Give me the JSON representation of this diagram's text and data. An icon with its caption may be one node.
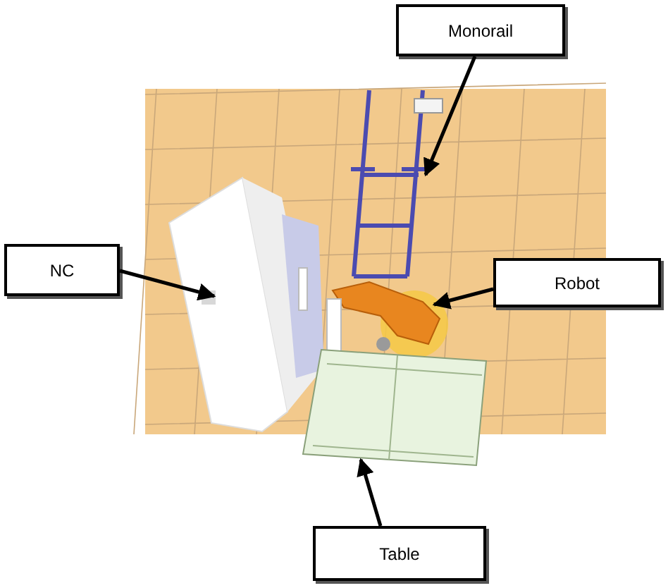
{
  "diagram": {
    "nodes": [
      {
        "text": [
          "Monorail"
        ]
      },
      {
        "text": [
          "NC"
        ]
      },
      {
        "text": [
          "Robot"
        ]
      },
      {
        "text": [
          "Table"
        ]
      },
      {
        "text": [],
        "shape": "picture"
      },
      {
        "text": [],
        "shape": "picture"
      },
      {
        "text": [],
        "shape": "picture"
      },
      {
        "text": [],
        "shape": "picture"
      }
    ],
    "edges": [
      {
        "from": 0,
        "to": 4,
        "arrow": "to"
      },
      {
        "from": 1,
        "to": 5,
        "arrow": "to"
      },
      {
        "from": 2,
        "to": 6,
        "arrow": "to"
      },
      {
        "from": 3,
        "to": 7,
        "arrow": "to"
      }
    ]
  }
}
